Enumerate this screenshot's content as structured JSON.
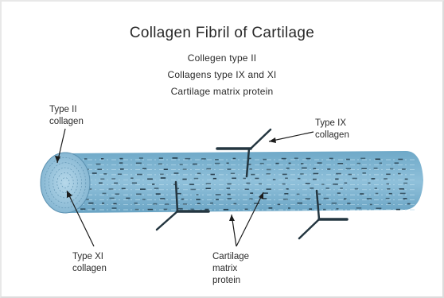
{
  "title": "Collagen Fibril of Cartilage",
  "components": [
    "Collegen type II",
    "Collagens type IX and XI",
    "Cartilage matrix protein"
  ],
  "labels": {
    "type_ii": [
      "Type II",
      "collagen"
    ],
    "type_ix": [
      "Type IX",
      "collagen"
    ],
    "type_xi": [
      "Type XI",
      "collagen"
    ],
    "cmp": [
      "Cartilage",
      "matrix",
      "protein"
    ]
  },
  "colors": {
    "fibril_fill": "#7fb6d3",
    "fibril_end": "#9ec9df",
    "mark": "#1f3340",
    "strand": "#243640"
  }
}
